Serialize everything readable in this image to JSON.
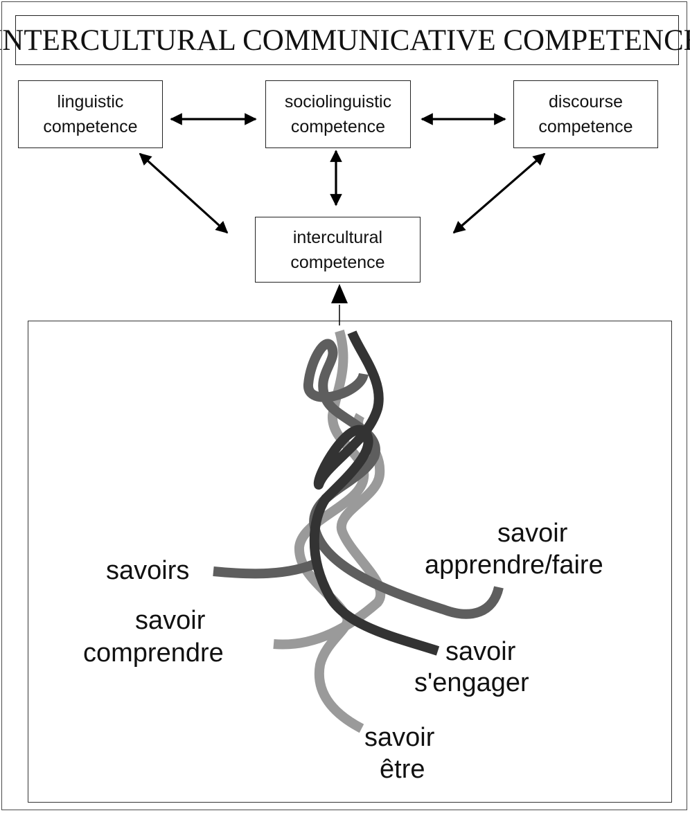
{
  "title": "INTERCULTURAL COMMUNICATIVE COMPETENCE",
  "boxes": {
    "linguistic": {
      "line1": "linguistic",
      "line2": "competence"
    },
    "sociolinguistic": {
      "line1": "sociolinguistic",
      "line2": "competence"
    },
    "discourse": {
      "line1": "discourse",
      "line2": "competence"
    },
    "intercultural": {
      "line1": "intercultural",
      "line2": "competence"
    }
  },
  "strands": {
    "savoirs": {
      "line1": "savoirs"
    },
    "savoir_apprendre": {
      "line1": "savoir",
      "line2": "apprendre/faire"
    },
    "savoir_comprendre": {
      "line1": "savoir",
      "line2": "comprendre"
    },
    "savoir_sengager": {
      "line1": "savoir",
      "line2": "s'engager"
    },
    "savoir_etre": {
      "line1": "savoir",
      "line2": "être"
    }
  },
  "colors": {
    "strand_light": "#9a9a9a",
    "strand_mid": "#5e5e5e",
    "strand_dark": "#333333",
    "line": "#000000"
  }
}
